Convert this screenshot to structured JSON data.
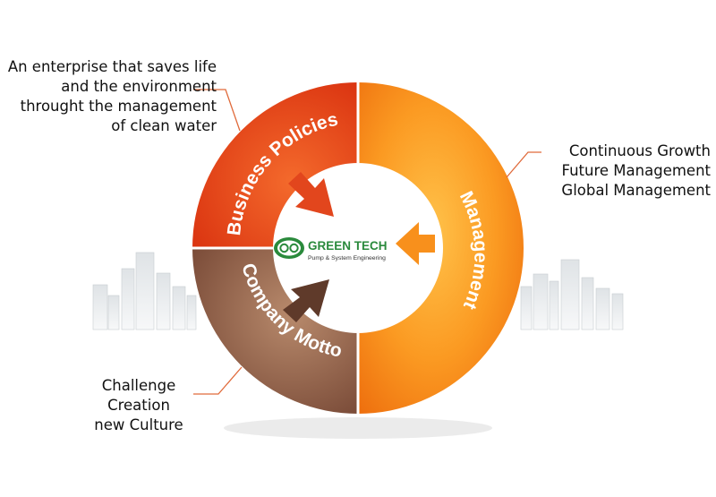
{
  "logo": {
    "company": "GREEN TECH",
    "tagline": "Pump & System Engineering"
  },
  "segments": {
    "business_policies": {
      "label": "Business Policies",
      "description": [
        "An enterprise that saves life",
        "and the environment",
        "throught the management",
        "of clean water"
      ]
    },
    "management": {
      "label": "Management",
      "description": [
        "Continuous Growth",
        "Future Management",
        "Global Management"
      ]
    },
    "company_motto": {
      "label": "Company Motto",
      "description": [
        "Challenge",
        "Creation",
        "new Culture"
      ]
    }
  },
  "colors": {
    "business_policies": "#e8411a",
    "management": "#f98d1b",
    "company_motto": "#8c6048",
    "leader_line": "#e06a3a",
    "logo_green": "#2a8a3c"
  }
}
